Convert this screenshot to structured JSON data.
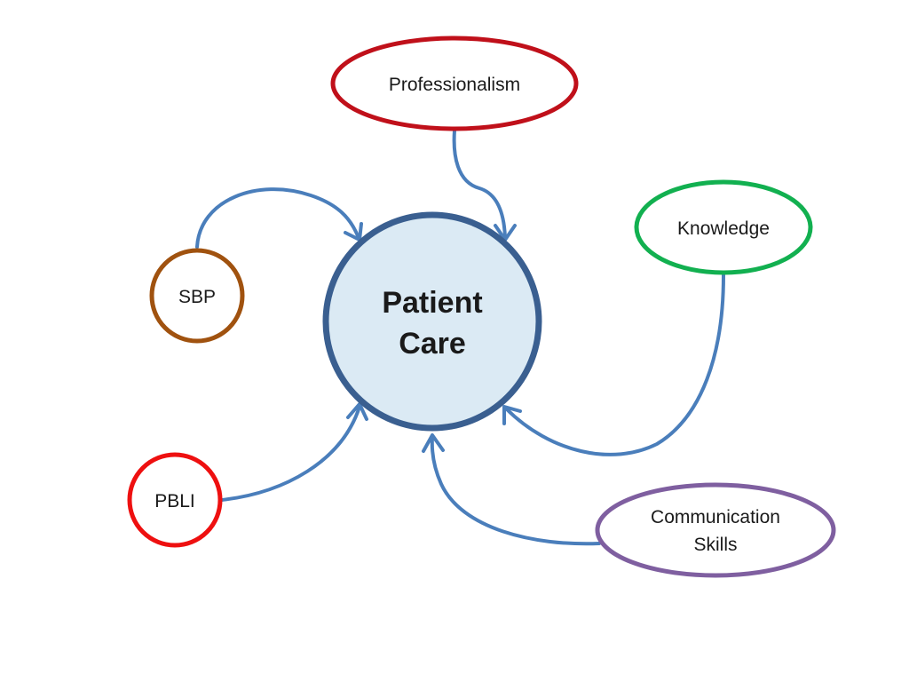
{
  "diagram": {
    "center": {
      "line1": "Patient",
      "line2": "Care",
      "fill_color": "#dbeaf4",
      "border_color": "#3a5f90"
    },
    "nodes": {
      "professionalism": {
        "label": "Professionalism",
        "border_color": "#c0101a"
      },
      "knowledge": {
        "label": "Knowledge",
        "border_color": "#12b050"
      },
      "sbp": {
        "label": "SBP",
        "border_color": "#a0520f"
      },
      "pbli": {
        "label": "PBLI",
        "border_color": "#ee1010"
      },
      "communication": {
        "line1": "Communication",
        "line2": "Skills",
        "border_color": "#7f5fa0"
      }
    },
    "connector_color": "#4a7ebb"
  }
}
